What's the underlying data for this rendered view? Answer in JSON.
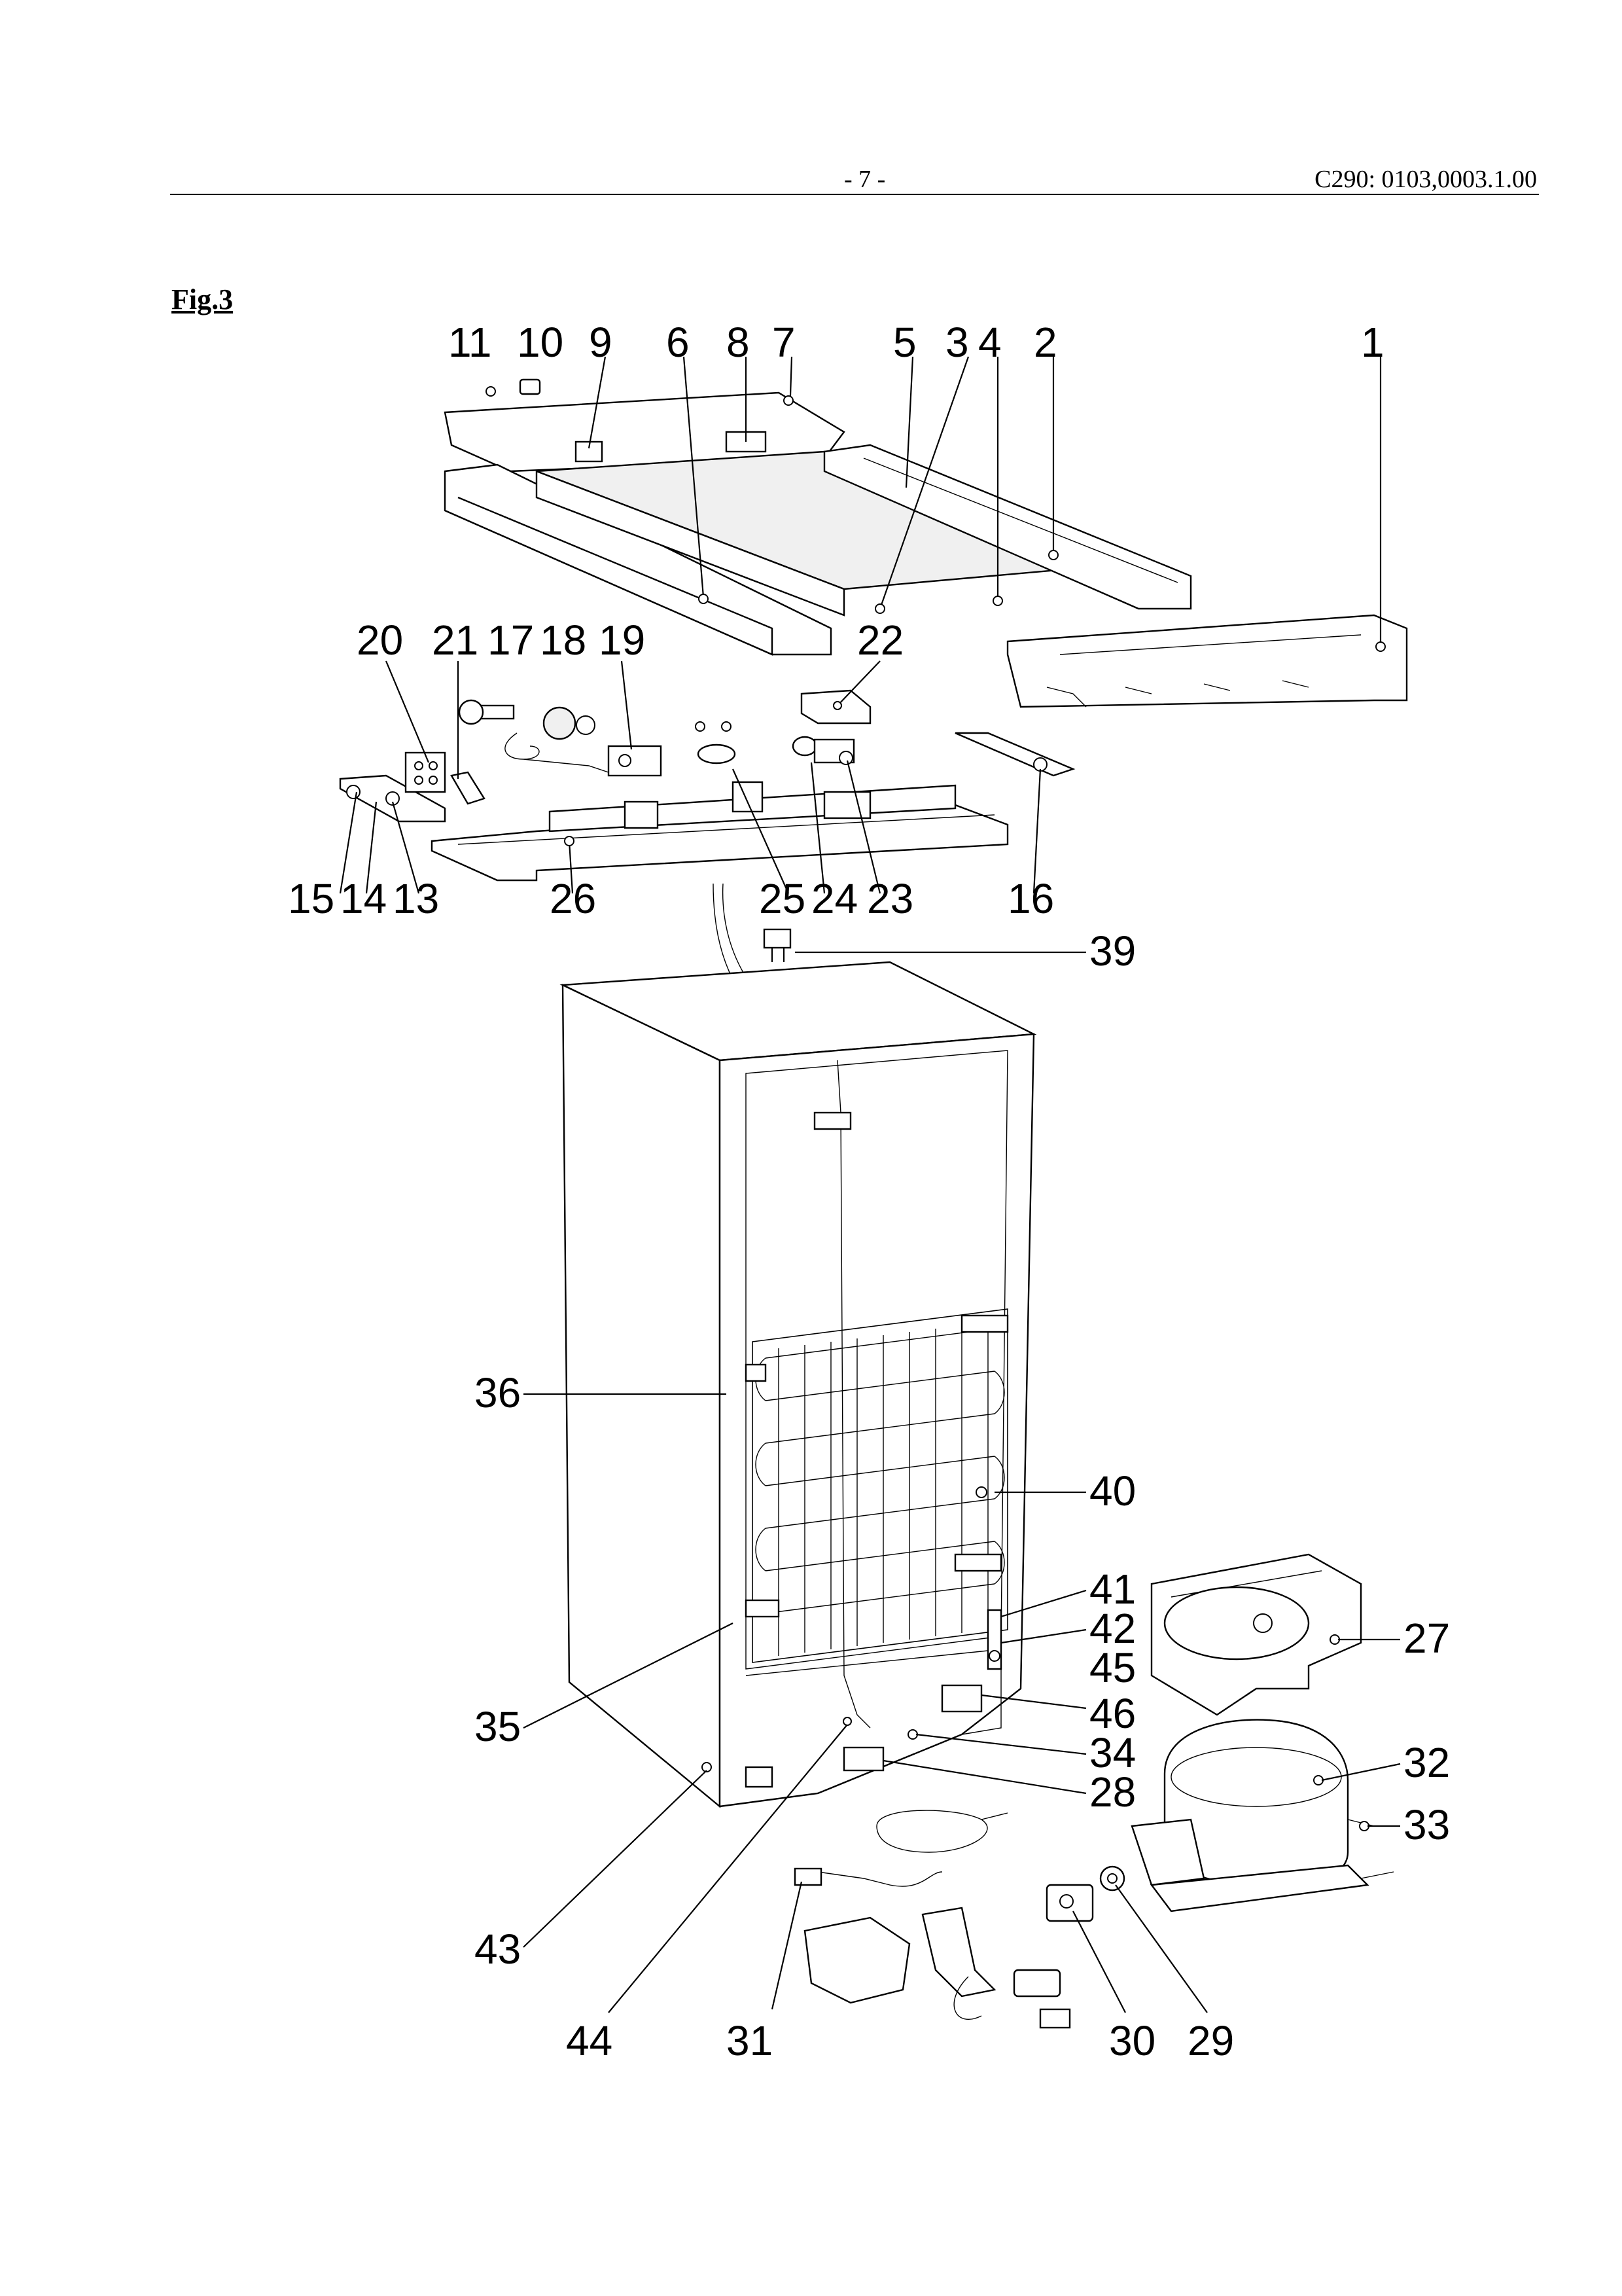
{
  "header": {
    "page_number": "- 7 -",
    "document_code": "C290: 0103,0003.1.00"
  },
  "figure": {
    "label": "Fig.3",
    "callouts": [
      "1",
      "2",
      "3",
      "4",
      "5",
      "6",
      "7",
      "8",
      "9",
      "10",
      "11",
      "13",
      "14",
      "15",
      "16",
      "17",
      "18",
      "19",
      "20",
      "21",
      "22",
      "23",
      "24",
      "25",
      "26",
      "27",
      "28",
      "29",
      "30",
      "31",
      "32",
      "33",
      "34",
      "35",
      "36",
      "39",
      "40",
      "41",
      "42",
      "43",
      "44",
      "45",
      "46"
    ]
  }
}
